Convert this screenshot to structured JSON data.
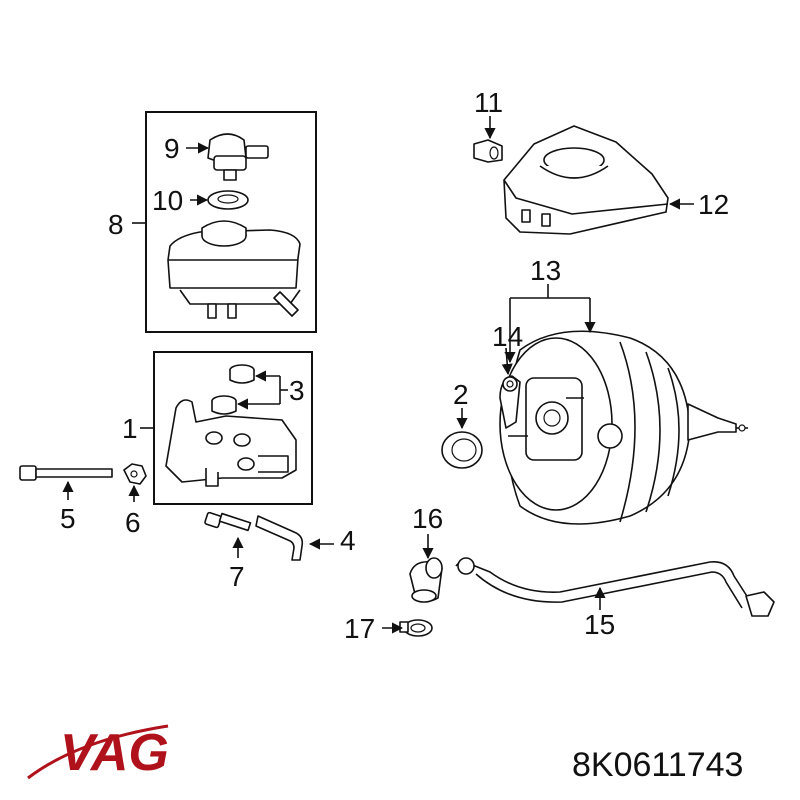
{
  "callouts": {
    "c1": "1",
    "c2": "2",
    "c3": "3",
    "c4": "4",
    "c5": "5",
    "c6": "6",
    "c7": "7",
    "c8": "8",
    "c9": "9",
    "c10": "10",
    "c11": "11",
    "c12": "12",
    "c13": "13",
    "c14": "14",
    "c15": "15",
    "c16": "16",
    "c17": "17"
  },
  "brand": {
    "name": "VAG",
    "color": "#b0121b"
  },
  "part_number": "8K0611743"
}
